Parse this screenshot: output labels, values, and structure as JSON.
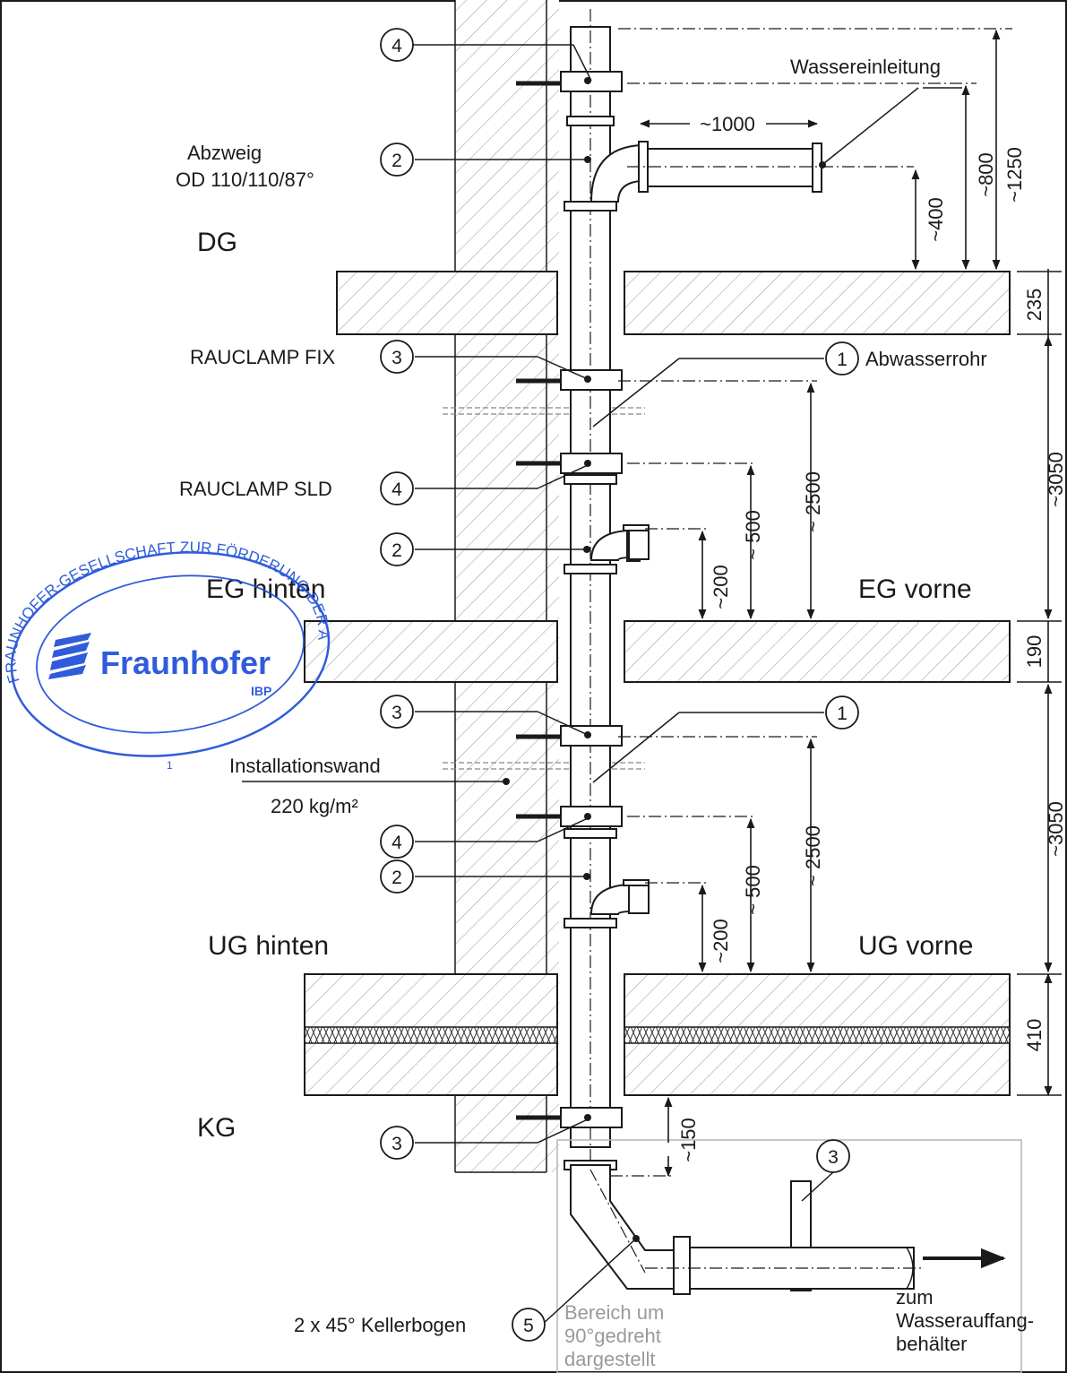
{
  "floors": {
    "dg": "DG",
    "eg_hinten": "EG hinten",
    "eg_vorne": "EG vorne",
    "ug_hinten": "UG hinten",
    "ug_vorne": "UG vorne",
    "kg": "KG"
  },
  "labels": {
    "wassereinleitung": "Wassereinleitung",
    "abzweig_line1": "Abzweig",
    "abzweig_line2": "OD 110/110/87°",
    "rauclamp_fix": "RAUCLAMP FIX",
    "rauclamp_sld": "RAUCLAMP SLD",
    "abwasserrohr": "Abwasserrohr",
    "installationswand": "Installationswand",
    "wall_mass": "220 kg/m²",
    "kellerbogen": "2 x 45° Kellerbogen",
    "rotated_line1": "Bereich um",
    "rotated_line2": "90°gedreht",
    "rotated_line3": "dargestellt",
    "outlet_line1": "zum",
    "outlet_line2": "Wasserauffang-",
    "outlet_line3": "behälter"
  },
  "item_numbers": {
    "n1": "1",
    "n2": "2",
    "n3": "3",
    "n4": "4",
    "n5": "5"
  },
  "dimensions": {
    "d1000": "~1000",
    "d400": "~400",
    "d800": "~800",
    "d1250": "~1250",
    "d235": "235",
    "d3050_upper": "~3050",
    "d2500_upper": "~ 2500",
    "d500_upper": "~ 500",
    "d200_upper": "~200",
    "d190": "190",
    "d3050_lower": "~3050",
    "d2500_lower": "~ 2500",
    "d500_lower": "~ 500",
    "d200_lower": "~200",
    "d410": "410",
    "d150": "~150"
  },
  "stamp": {
    "org": "Fraunhofer",
    "unit": "IBP",
    "ring_top": "FRAUNHOFER-GESELLSCHAFT ZUR FÖRDERUNG DER ANGEWANDTEN FORSCHUNG E.V.",
    "number": "1"
  },
  "colors": {
    "ink": "#1a1a1a",
    "stamp_blue": "#1f4fd8",
    "annotation_grey": "#9a9a9a"
  }
}
